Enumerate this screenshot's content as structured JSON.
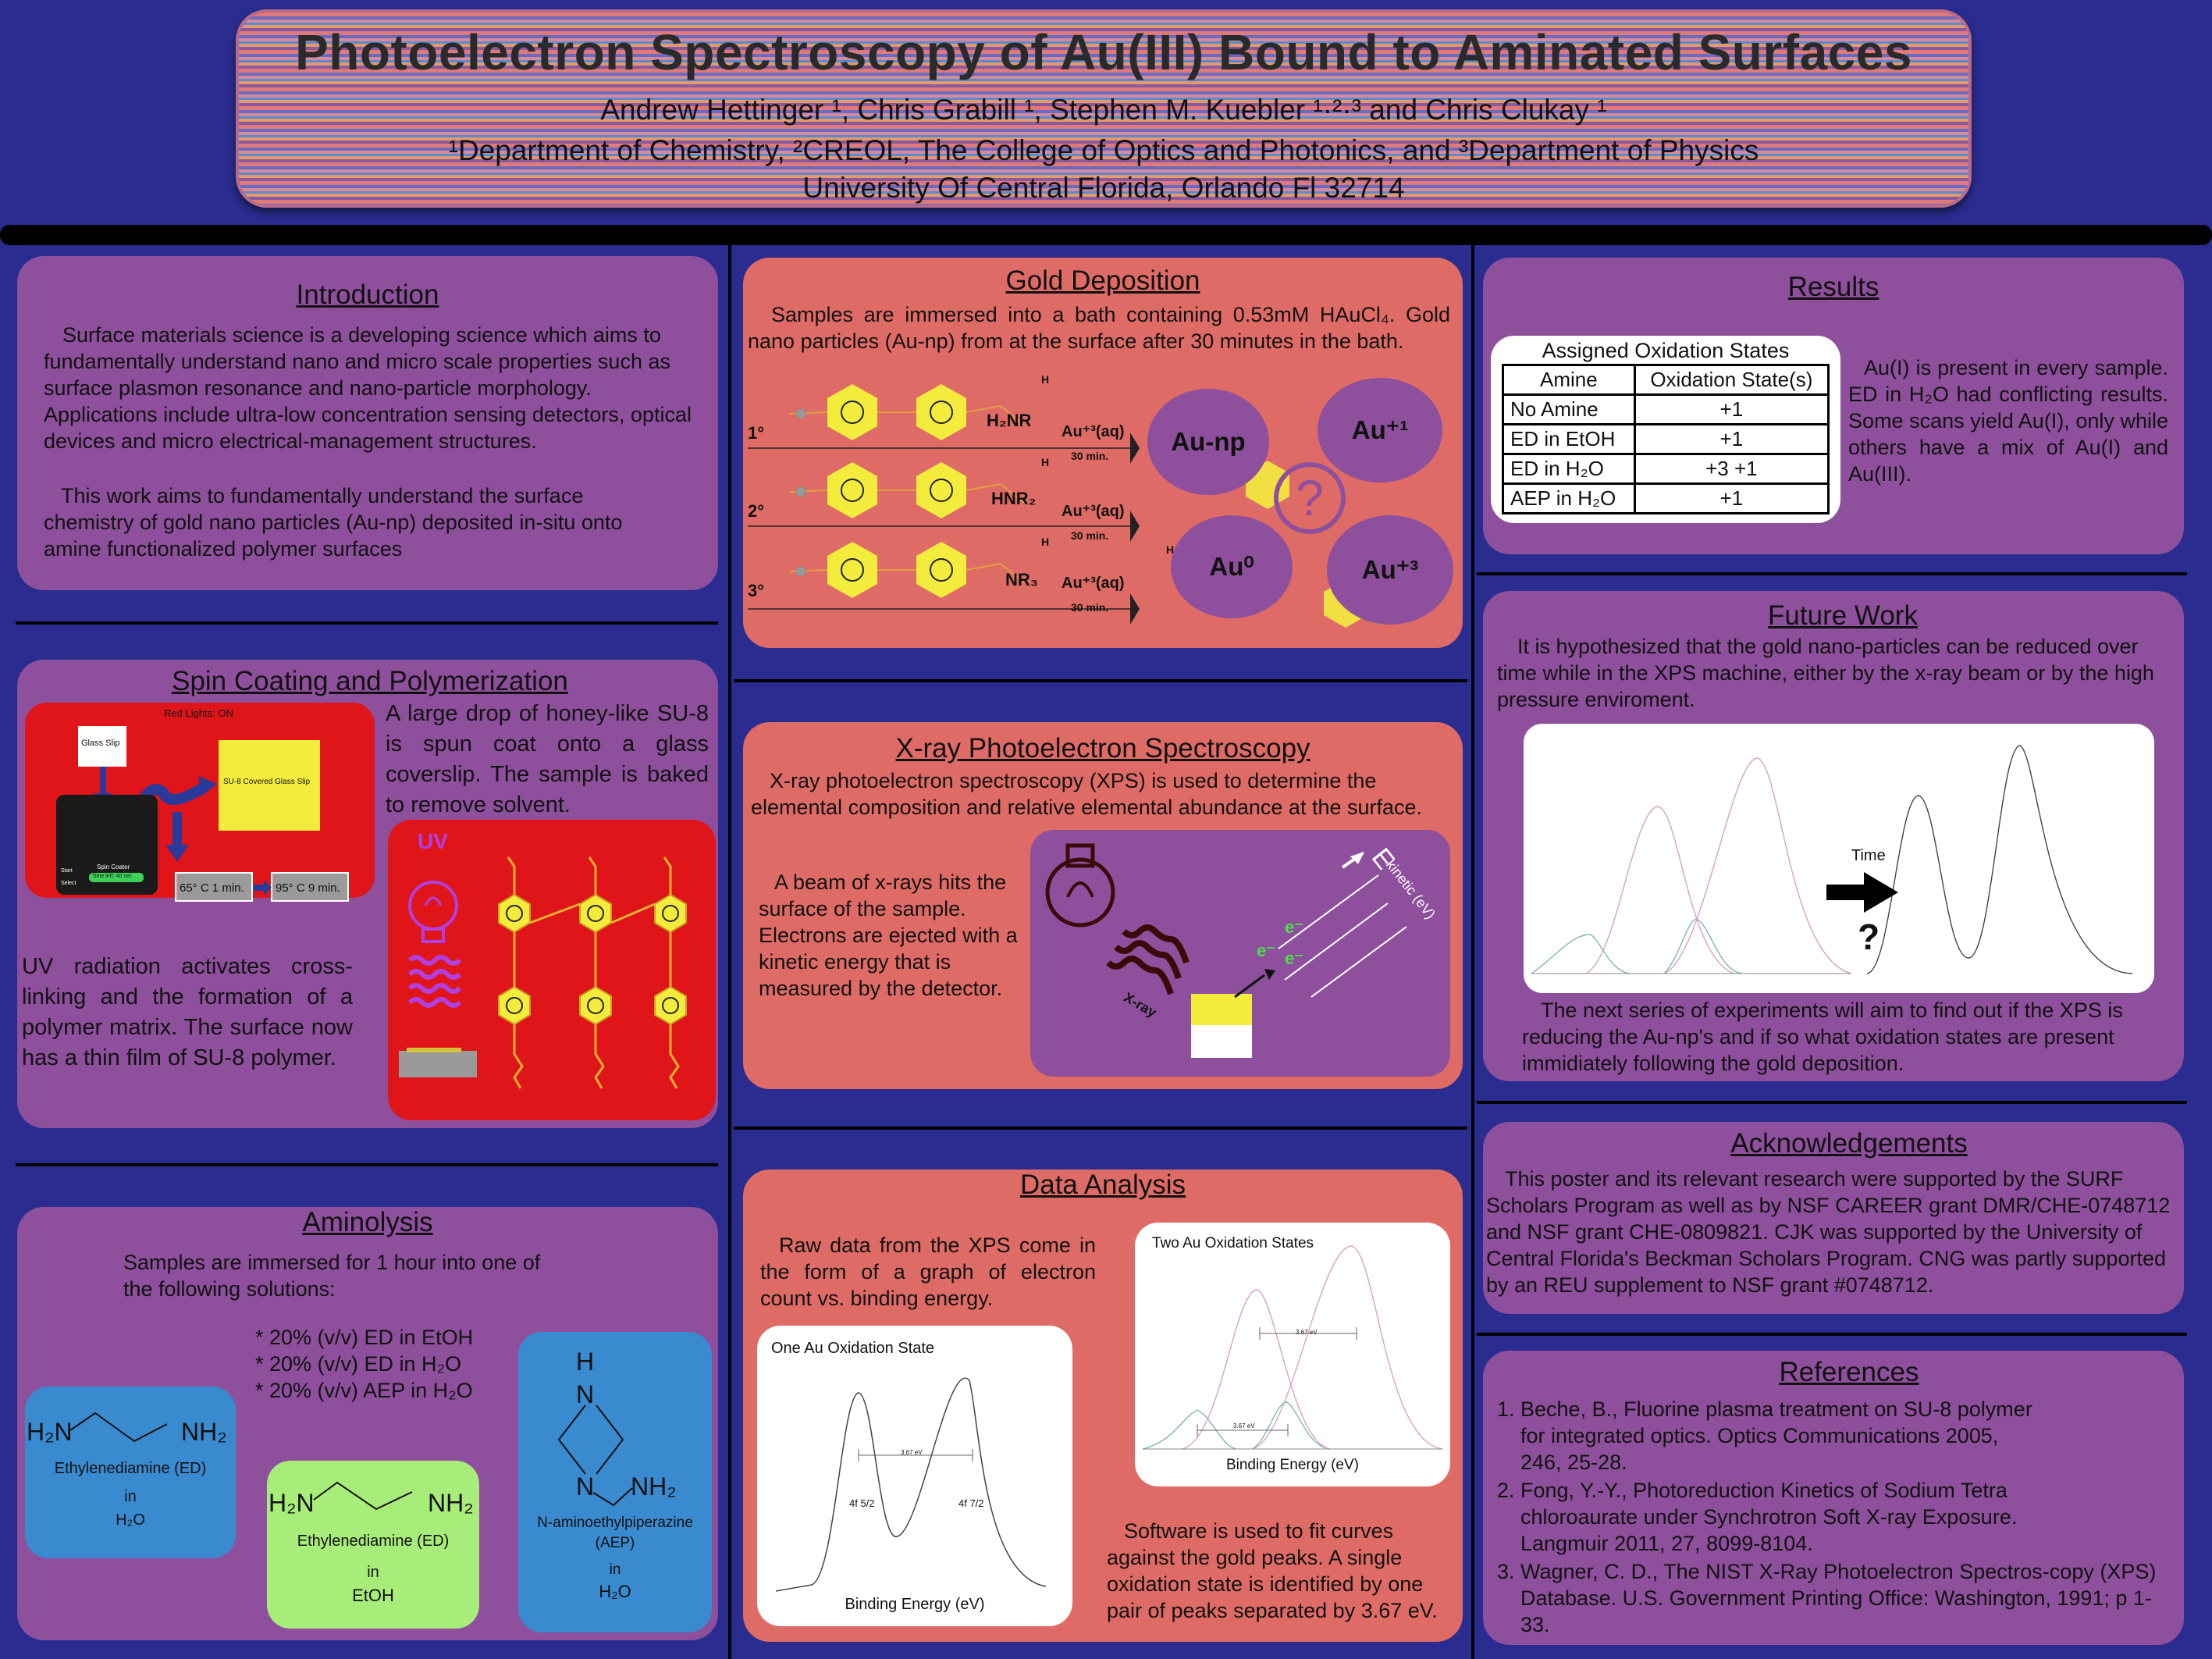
{
  "header": {
    "title": "Photoelectron Spectroscopy of Au(III) Bound to Aminated Surfaces",
    "authors": "Andrew Hettinger ¹, Chris Grabill ¹, Stephen M. Kuebler ¹·²·³ and Chris Clukay ¹",
    "affiliations": "¹Department of Chemistry, ²CREOL, The College of Optics and Photonics, and ³Department of Physics",
    "university": "University Of Central Florida, Orlando Fl 32714"
  },
  "introduction": {
    "title": "Introduction",
    "p1": "Surface materials science is a developing science which aims to fundamentally understand nano and micro scale properties such as surface plasmon resonance and nano-particle morphology. Applications include ultra-low concentration sensing detectors, optical devices and micro electrical-management structures.",
    "p2": "This work aims to fundamentally understand the surface chemistry of gold nano particles (Au-np) deposited in-situ onto amine functionalized polymer surfaces"
  },
  "spin": {
    "title": "Spin Coating and Polymerization",
    "text1": "A large drop of honey-like SU-8 is spun coat onto a glass coverslip. The sample is baked to remove solvent.",
    "text2": "UV radiation activates cross-linking and the formation of a polymer matrix. The surface now has a thin film of SU-8 polymer.",
    "red_lights": "Red Lights: ON",
    "glass_slip": "Glass Slip",
    "su8_slip": "SU-8 Covered Glass Slip",
    "spin_coater": "Spin Coater",
    "start": "Start",
    "select": "Select",
    "time_left": "Time left: 40 sec",
    "bake1": "65° C  1 min.",
    "bake2": "95° C  9 min.",
    "uv": "UV"
  },
  "aminolysis": {
    "title": "Aminolysis",
    "intro": "Samples are immersed for 1 hour into one of the following solutions:",
    "items": [
      "* 20% (v/v) ED in EtOH",
      "* 20% (v/v) ED in H₂O",
      "* 20% (v/v) AEP in H₂O"
    ],
    "ed1": {
      "name": "Ethylenediamine (ED)",
      "in": "in",
      "solvent": "H₂O"
    },
    "ed2": {
      "name": "Ethylenediamine (ED)",
      "in": "in",
      "solvent": "EtOH"
    },
    "aep": {
      "name": "N-aminoethylpiperazine (AEP)",
      "in": "in",
      "solvent": "H₂O"
    },
    "h2n": "H₂N",
    "nh2": "NH₂",
    "h": "H",
    "n": "N"
  },
  "gold": {
    "title": "Gold Deposition",
    "text": "Samples are immersed into a bath containing 0.53mM HAuCl₄. Gold nano particles (Au-np) from at the surface after 30 minutes in the bath.",
    "rows": [
      {
        "deg": "1°",
        "amine": "H₂NR",
        "reagent": "Au⁺³(aq)",
        "time": "30 min."
      },
      {
        "deg": "2°",
        "amine": "HNR₂",
        "reagent": "Au⁺³(aq)",
        "time": "30 min."
      },
      {
        "deg": "3°",
        "amine": "NR₃",
        "reagent": "Au⁺³(aq)",
        "time": "30 min."
      }
    ],
    "h": "H",
    "bubbles": [
      "Au-np",
      "Au⁺¹",
      "Au⁰",
      "Au⁺³"
    ],
    "question": "?"
  },
  "xps": {
    "title": "X-ray Photoelectron Spectroscopy",
    "text1": "X-ray photoelectron spectroscopy (XPS) is used to determine the elemental composition and relative elemental abundance at the surface.",
    "text2": "A beam of x-rays hits the surface of the sample. Electrons are ejected with a kinetic energy that is measured by the detector.",
    "xray": "X-ray",
    "ekin": "E",
    "ekin_sub": "kinetic (eV)",
    "e": "e⁻"
  },
  "data": {
    "title": "Data Analysis",
    "text1": "Raw data from the XPS come in the form of a graph of electron count vs. binding energy.",
    "text2": "Software is used to fit curves against the gold peaks. A single oxidation state is identified by one pair of peaks separated by 3.67 eV.",
    "one": {
      "title": "One Au Oxidation State",
      "xlabel": "Binding Energy (eV)",
      "sep": "3.67 eV",
      "peak1": "4f 5/2",
      "peak2": "4f 7/2"
    },
    "two": {
      "title": "Two Au Oxidation States",
      "xlabel": "Binding Energy (eV)",
      "sep": "3.67 eV"
    }
  },
  "results": {
    "title": "Results",
    "table_title": "Assigned Oxidation States",
    "headers": [
      "Amine",
      "Oxidation State(s)"
    ],
    "rows": [
      [
        "No Amine",
        "+1"
      ],
      [
        "ED in EtOH",
        "+1"
      ],
      [
        "ED in H₂O",
        "+3 +1"
      ],
      [
        "AEP in H₂O",
        "+1"
      ]
    ],
    "text": "Au(I) is present in every sample. ED in H₂O had conflicting results. Some scans yield Au(I), only while others have a mix of Au(I) and Au(III)."
  },
  "future": {
    "title": "Future Work",
    "text1": "It is hypothesized that the gold nano-particles can be reduced over time while in the XPS machine, either by the x-ray beam or by the high pressure enviroment.",
    "time": "Time",
    "question": "?",
    "text2": "The next series of experiments will aim to find out if the XPS is reducing the Au-np's and if so what oxidation states are present immidiately following the gold deposition."
  },
  "ack": {
    "title": "Acknowledgements",
    "text": "This poster and its relevant research were supported by the SURF Scholars Program as well as by NSF CAREER grant DMR/CHE-0748712 and NSF grant CHE-0809821. CJK was supported by the University of Central Florida's Beckman Scholars Program. CNG was partly supported by an REU supplement to NSF grant #0748712."
  },
  "refs": {
    "title": "References",
    "items": [
      "1. Beche, B., Fluorine plasma treatment on SU-8 polymer for integrated optics. Optics Communications 2005, 246, 25-28.",
      "2. Fong, Y.-Y., Photoreduction Kinetics of Sodium Tetra chloroaurate under Synchrotron Soft X-ray Exposure. Langmuir 2011, 27, 8099-8104.",
      "3. Wagner, C. D., The NIST X-Ray Photoelectron Spectros-copy (XPS) Database. U.S. Government Printing Office: Washington, 1991; p 1-33."
    ]
  }
}
